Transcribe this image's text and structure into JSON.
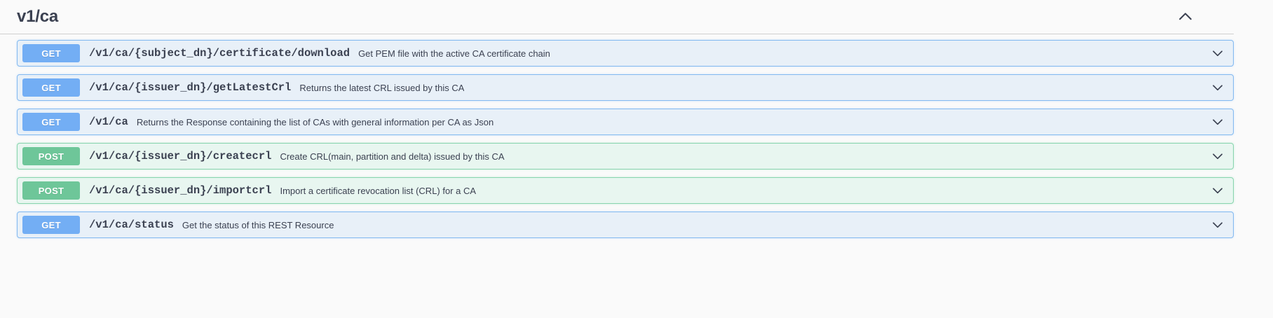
{
  "section": {
    "title": "v1/ca",
    "collapse_icon": "chevron-up-icon"
  },
  "operations": [
    {
      "method": "GET",
      "path": "/v1/ca/{subject_dn}/certificate/download",
      "summary": "Get PEM file with the active CA certificate chain",
      "toggle_icon": "chevron-down-icon"
    },
    {
      "method": "GET",
      "path": "/v1/ca/{issuer_dn}/getLatestCrl",
      "summary": "Returns the latest CRL issued by this CA",
      "toggle_icon": "chevron-down-icon"
    },
    {
      "method": "GET",
      "path": "/v1/ca",
      "summary": "Returns the Response containing the list of CAs with general information per CA as Json",
      "toggle_icon": "chevron-down-icon"
    },
    {
      "method": "POST",
      "path": "/v1/ca/{issuer_dn}/createcrl",
      "summary": "Create CRL(main, partition and delta) issued by this CA",
      "toggle_icon": "chevron-down-icon"
    },
    {
      "method": "POST",
      "path": "/v1/ca/{issuer_dn}/importcrl",
      "summary": "Import a certificate revocation list (CRL) for a CA",
      "toggle_icon": "chevron-down-icon"
    },
    {
      "method": "GET",
      "path": "/v1/ca/status",
      "summary": "Get the status of this REST Resource",
      "toggle_icon": "chevron-down-icon"
    }
  ],
  "colors": {
    "get_badge": "#73aef4",
    "post_badge": "#6ec699",
    "get_row_bg": "#e8f0f8",
    "post_row_bg": "#e8f6f0",
    "get_border": "#83b9f0",
    "post_border": "#88d5ae",
    "text": "#3b4151",
    "page_bg": "#fafafa"
  }
}
